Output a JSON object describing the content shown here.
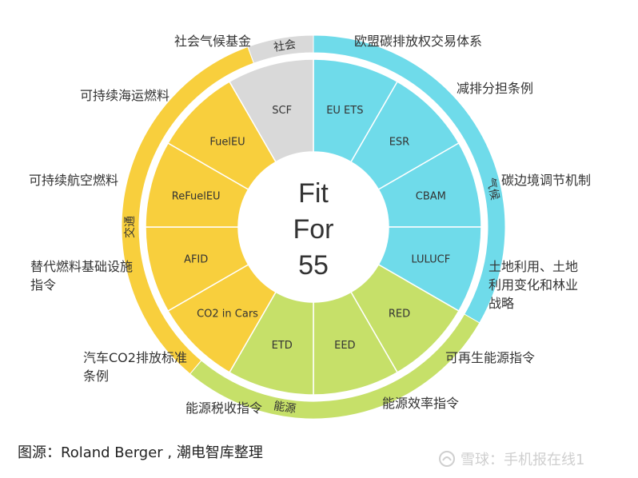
{
  "center": {
    "line1": "Fit",
    "line2": "For",
    "line3": "55"
  },
  "colors": {
    "climate": "#6fdbea",
    "transport": "#f8cf3d",
    "energy": "#c6e069",
    "social": "#d9d9d9"
  },
  "rings": [
    {
      "key": "climate",
      "label": "气候"
    },
    {
      "key": "transport",
      "label": "交通"
    },
    {
      "key": "energy",
      "label": "能源"
    },
    {
      "key": "social",
      "label": "社会"
    }
  ],
  "segments": [
    {
      "key": "climate",
      "label": "EU ETS"
    },
    {
      "key": "climate",
      "label": "ESR"
    },
    {
      "key": "climate",
      "label": "CBAM"
    },
    {
      "key": "climate",
      "label": "LULUCF"
    },
    {
      "key": "energy",
      "label": "RED"
    },
    {
      "key": "energy",
      "label": "EED"
    },
    {
      "key": "energy",
      "label": "ETD"
    },
    {
      "key": "transport",
      "label": "CO2 in Cars"
    },
    {
      "key": "transport",
      "label": "AFID"
    },
    {
      "key": "transport",
      "label": "ReFuelEU"
    },
    {
      "key": "transport",
      "label": "FuelEU"
    },
    {
      "key": "social",
      "label": "SCF"
    }
  ],
  "outer_labels": {
    "scf": "社会气候基金",
    "eu_ets": "欧盟碳排放权交易体系",
    "esr": "减排分担条例",
    "cbam": "碳边境调节机制",
    "lulucf": "土地利用、土地利用变化和林业战略",
    "red": "可再生能源指令",
    "eed": "能源效率指令",
    "etd": "能源税收指令",
    "co2_cars": "汽车CO2排放标准条例",
    "afid": "替代燃料基础设施指令",
    "refueleu": "可持续航空燃料",
    "fueleu": "可持续海运燃料"
  },
  "source": "图源：Roland Berger , 潮电智库整理",
  "watermark": "雪球：手机报在线1"
}
